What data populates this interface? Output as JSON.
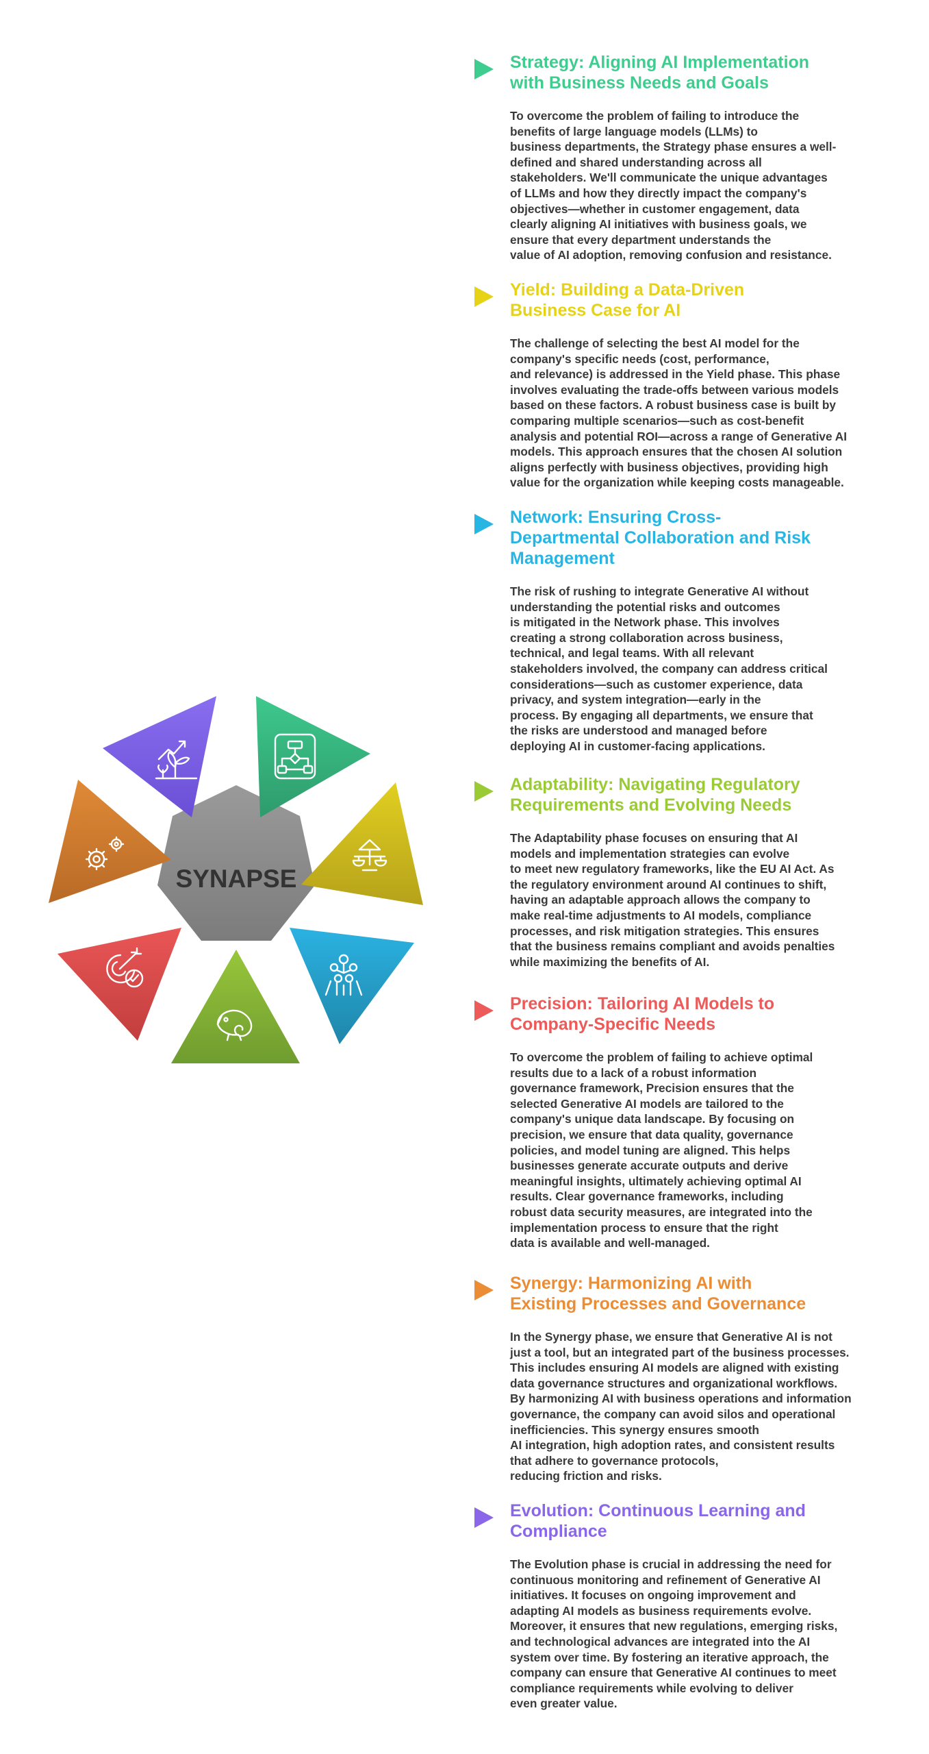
{
  "hub": {
    "label": "SYNAPSE",
    "color": "#8f8f8f"
  },
  "segments": [
    {
      "name": "growth-plant-icon",
      "color_top": "#8a6ef0",
      "color_bottom": "#6a4fd6"
    },
    {
      "name": "flowchart-icon",
      "color_top": "#3ec98d",
      "color_bottom": "#2e9b6c"
    },
    {
      "name": "balance-scale-icon",
      "color_top": "#e1cf21",
      "color_bottom": "#b6a21a"
    },
    {
      "name": "network-people-icon",
      "color_top": "#2bb2e2",
      "color_bottom": "#1f86a9"
    },
    {
      "name": "chameleon-icon",
      "color_top": "#98c63b",
      "color_bottom": "#6f9c2f"
    },
    {
      "name": "target-check-icon",
      "color_top": "#ea5656",
      "color_bottom": "#c23e3e"
    },
    {
      "name": "gears-icon",
      "color_top": "#e08a37",
      "color_bottom": "#b86a26"
    }
  ],
  "sections": [
    {
      "id": "strategy",
      "color": "#3ecc8f",
      "title_lines": [
        "Strategy: Aligning AI Implementation",
        "with Business Needs and Goals"
      ],
      "body_lines": [
        "To overcome the problem of failing to introduce the",
        "benefits of large language models (LLMs) to",
        "business departments, the Strategy phase ensures a well-",
        "defined and shared understanding across all",
        "stakeholders. We'll communicate the unique advantages",
        "of LLMs and how they directly impact the company's",
        "objectives—whether in customer engagement, data",
        " clearly aligning AI initiatives with business goals, we",
        "ensure that every department understands the",
        "value of AI adoption, removing confusion and resistance."
      ]
    },
    {
      "id": "yield",
      "color": "#e6d317",
      "title_lines": [
        "Yield: Building a Data-Driven",
        "Business Case for AI"
      ],
      "body_lines": [
        "The challenge of selecting the best AI model for the",
        "company's specific needs (cost, performance,",
        "and relevance) is addressed in the Yield phase. This phase",
        "involves evaluating the trade-offs between various models",
        "based on these factors. A robust business case is built by",
        "comparing multiple scenarios—such as cost-benefit",
        "analysis and potential ROI—across a range of Generative AI",
        "models. This approach ensures that the chosen AI solution",
        "aligns perfectly with business objectives, providing high",
        "value for the organization while keeping costs manageable."
      ]
    },
    {
      "id": "network",
      "color": "#27b6e4",
      "title_lines": [
        "Network: Ensuring Cross-",
        "Departmental Collaboration and Risk",
        "Management"
      ],
      "body_lines": [
        "The risk of rushing to integrate Generative AI without",
        "understanding the potential risks and outcomes",
        "is mitigated in the Network phase. This involves",
        "creating a strong collaboration across business,",
        "technical, and legal teams. With all relevant",
        "stakeholders involved, the company can address critical",
        "considerations—such as customer experience, data",
        "privacy, and system integration—early in the",
        "process. By engaging all departments, we ensure that",
        "the risks are understood and managed before",
        "deploying AI in customer-facing applications."
      ]
    },
    {
      "id": "adaptability",
      "color": "#9acb35",
      "title_lines": [
        "Adaptability: Navigating Regulatory",
        "Requirements and Evolving Needs"
      ],
      "body_lines": [
        "The Adaptability phase focuses on ensuring that AI",
        "models and implementation strategies can evolve",
        "to meet new regulatory frameworks, like the EU AI Act. As",
        "the regulatory environment around AI continues to shift,",
        "having an adaptable approach allows the company to",
        "make real-time adjustments to AI models, compliance",
        "processes, and risk mitigation strategies. This ensures",
        "that the business remains compliant and avoids penalties",
        "while maximizing the benefits of AI."
      ]
    },
    {
      "id": "precision",
      "color": "#ec5a5a",
      "title_lines": [
        "Precision: Tailoring AI Models to",
        "Company-Specific Needs"
      ],
      "body_lines": [
        "To overcome the problem of failing to achieve optimal",
        "results due to a lack of a robust information",
        "governance framework, Precision ensures that the",
        "selected Generative AI models are tailored to the",
        "company's unique data landscape. By focusing on",
        "precision, we ensure that data quality, governance",
        "policies, and model tuning are aligned. This helps",
        "businesses generate accurate outputs and derive",
        "meaningful insights, ultimately achieving optimal AI",
        "results. Clear governance frameworks, including",
        "robust data security measures, are integrated into the",
        "implementation process to ensure that the right",
        "data is available and well-managed."
      ]
    },
    {
      "id": "synergy",
      "color": "#ea8d35",
      "title_lines": [
        "Synergy: Harmonizing AI with",
        "Existing Processes and Governance"
      ],
      "body_lines": [
        "In the Synergy phase, we ensure that Generative AI is not",
        "just a tool, but an integrated part of the business processes.",
        "This includes ensuring AI models are aligned with existing",
        "data governance structures and organizational workflows.",
        "By harmonizing AI with business operations and information",
        "governance, the company can avoid silos and operational",
        "inefficiencies. This synergy ensures smooth",
        "AI integration, high adoption rates, and consistent results",
        "that adhere to governance protocols,",
        "reducing friction and risks."
      ]
    },
    {
      "id": "evolution",
      "color": "#8a66e8",
      "title_lines": [
        "Evolution: Continuous Learning and",
        "Compliance"
      ],
      "body_lines": [
        "The Evolution phase is crucial in addressing the need for",
        "continuous monitoring and refinement of Generative AI",
        "initiatives. It focuses on ongoing improvement and",
        "adapting AI models as business requirements evolve.",
        "Moreover, it ensures that new regulations, emerging risks,",
        "and technological advances are integrated into the AI",
        "system over time. By fostering an iterative approach, the",
        "company can ensure that Generative AI continues to meet",
        "compliance requirements while evolving to deliver",
        "even greater value."
      ]
    }
  ]
}
